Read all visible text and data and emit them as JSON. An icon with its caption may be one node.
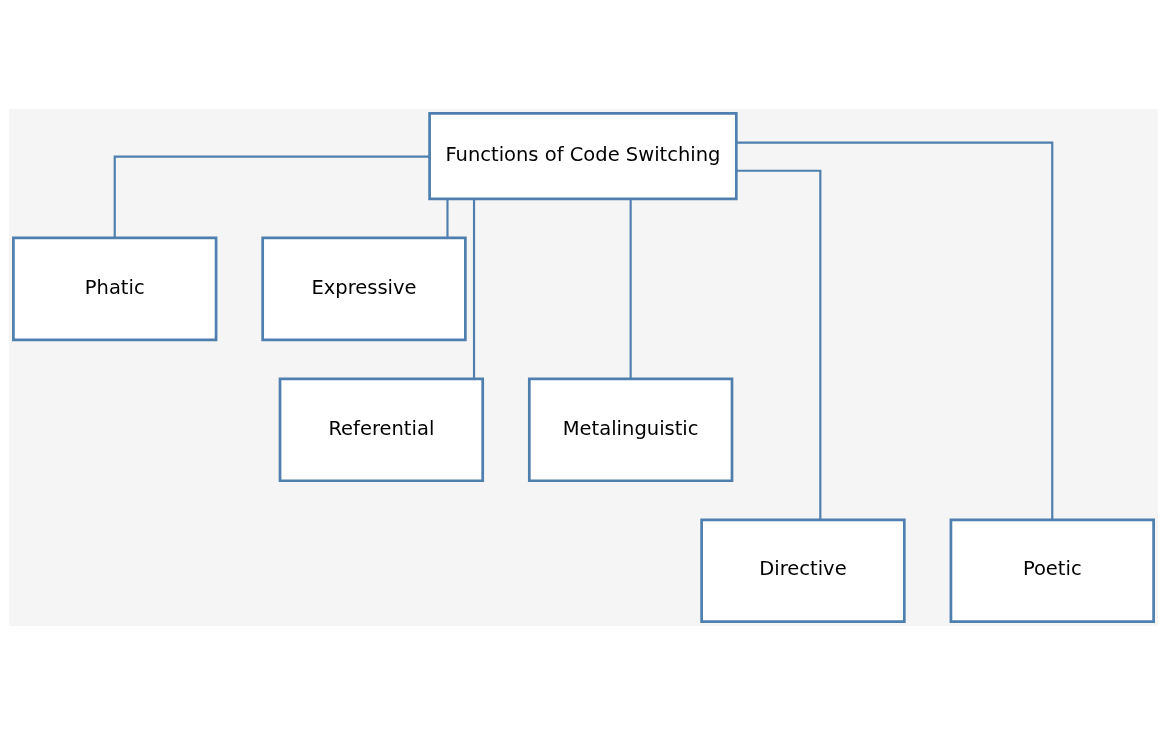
{
  "diagram": {
    "nodes": [
      {
        "text": [
          "Functions of Code Switching"
        ]
      },
      {
        "text": [
          "Phatic"
        ]
      },
      {
        "text": [
          "Expressive"
        ]
      },
      {
        "text": [
          "Referential"
        ]
      },
      {
        "text": [
          "Metalinguistic"
        ]
      },
      {
        "text": [
          "Directive"
        ]
      },
      {
        "text": [
          "Poetic"
        ]
      }
    ],
    "edges": [
      {
        "from": 0,
        "to": 1,
        "arrow": "none"
      },
      {
        "from": 0,
        "to": 2,
        "arrow": "none"
      },
      {
        "from": 0,
        "to": 3,
        "arrow": "none"
      },
      {
        "from": 0,
        "to": 4,
        "arrow": "none"
      },
      {
        "from": 0,
        "to": 5,
        "arrow": "none"
      },
      {
        "from": 0,
        "to": 6,
        "arrow": "none"
      }
    ]
  }
}
